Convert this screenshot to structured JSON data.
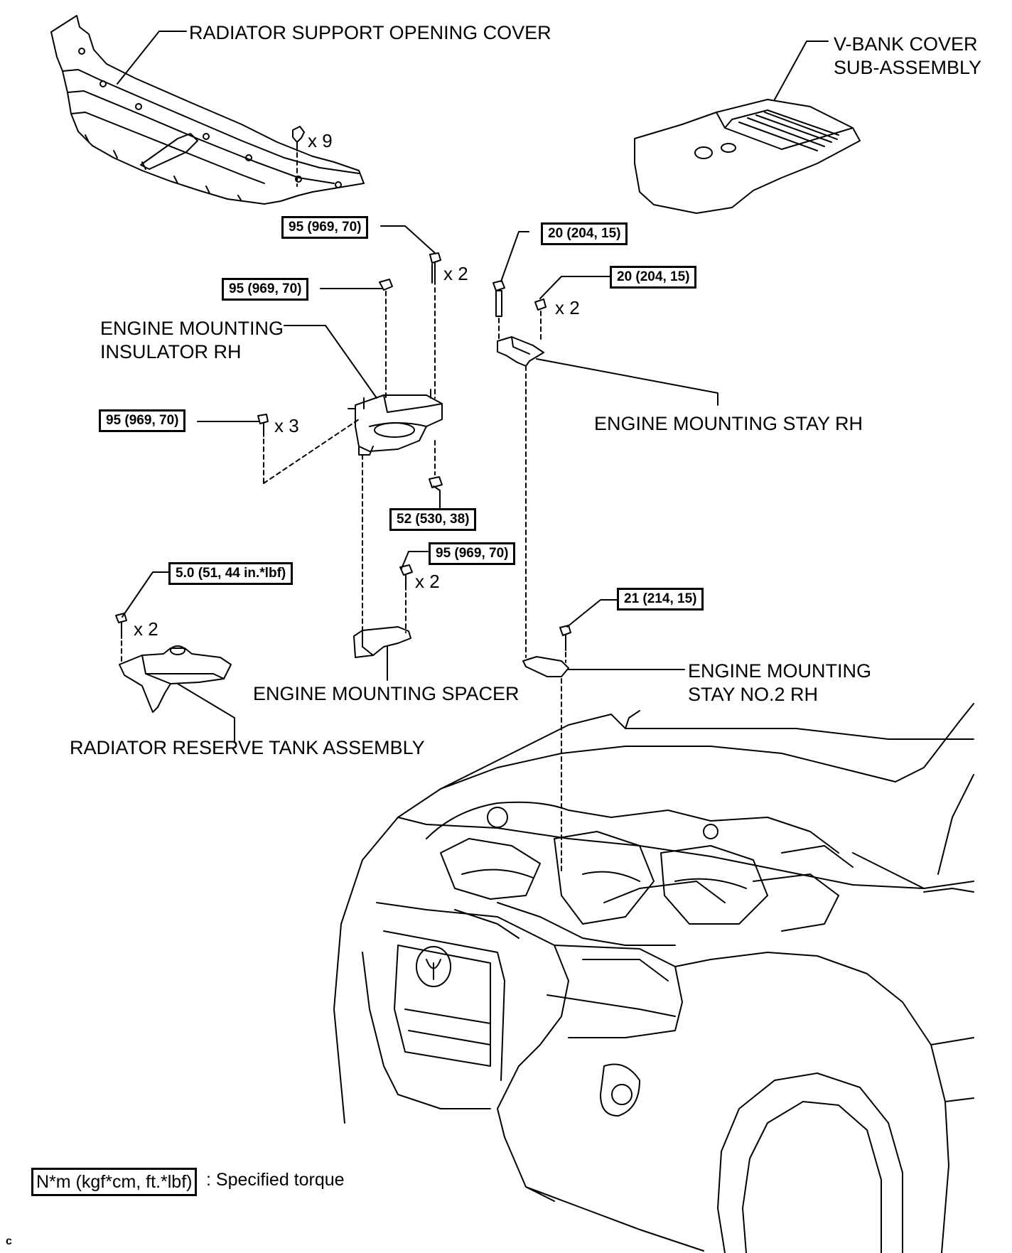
{
  "labels": {
    "radiator_support_cover": "RADIATOR SUPPORT OPENING COVER",
    "vbank_cover_1": "V-BANK COVER",
    "vbank_cover_2": "SUB-ASSEMBLY",
    "mount_insulator_1": "ENGINE MOUNTING",
    "mount_insulator_2": "INSULATOR RH",
    "mount_stay": "ENGINE MOUNTING STAY RH",
    "mount_spacer": "ENGINE MOUNTING SPACER",
    "mount_stay2_1": "ENGINE MOUNTING",
    "mount_stay2_2": "STAY NO.2 RH",
    "reserve_tank": "RADIATOR RESERVE TANK ASSEMBLY"
  },
  "torques": {
    "t1": "95 (969, 70)",
    "t2": "95 (969, 70)",
    "t3": "95 (969, 70)",
    "t4": "52 (530, 38)",
    "t5": "95 (969, 70)",
    "t6": "20 (204, 15)",
    "t7": "20 (204, 15)",
    "t8": "5.0 (51, 44 in.*lbf)",
    "t9": "21 (214, 15)"
  },
  "quantities": {
    "q_clip": "x 9",
    "q_bolt_top": "x 2",
    "q_bolt_left": "x 3",
    "q_nut_stay": "x 2",
    "q_spacer_bolt": "x 2",
    "q_tank_bolt": "x 2"
  },
  "legend": {
    "units": "N*m (kgf*cm, ft.*lbf)",
    "description": ": Specified torque"
  },
  "corner_mark": "c"
}
